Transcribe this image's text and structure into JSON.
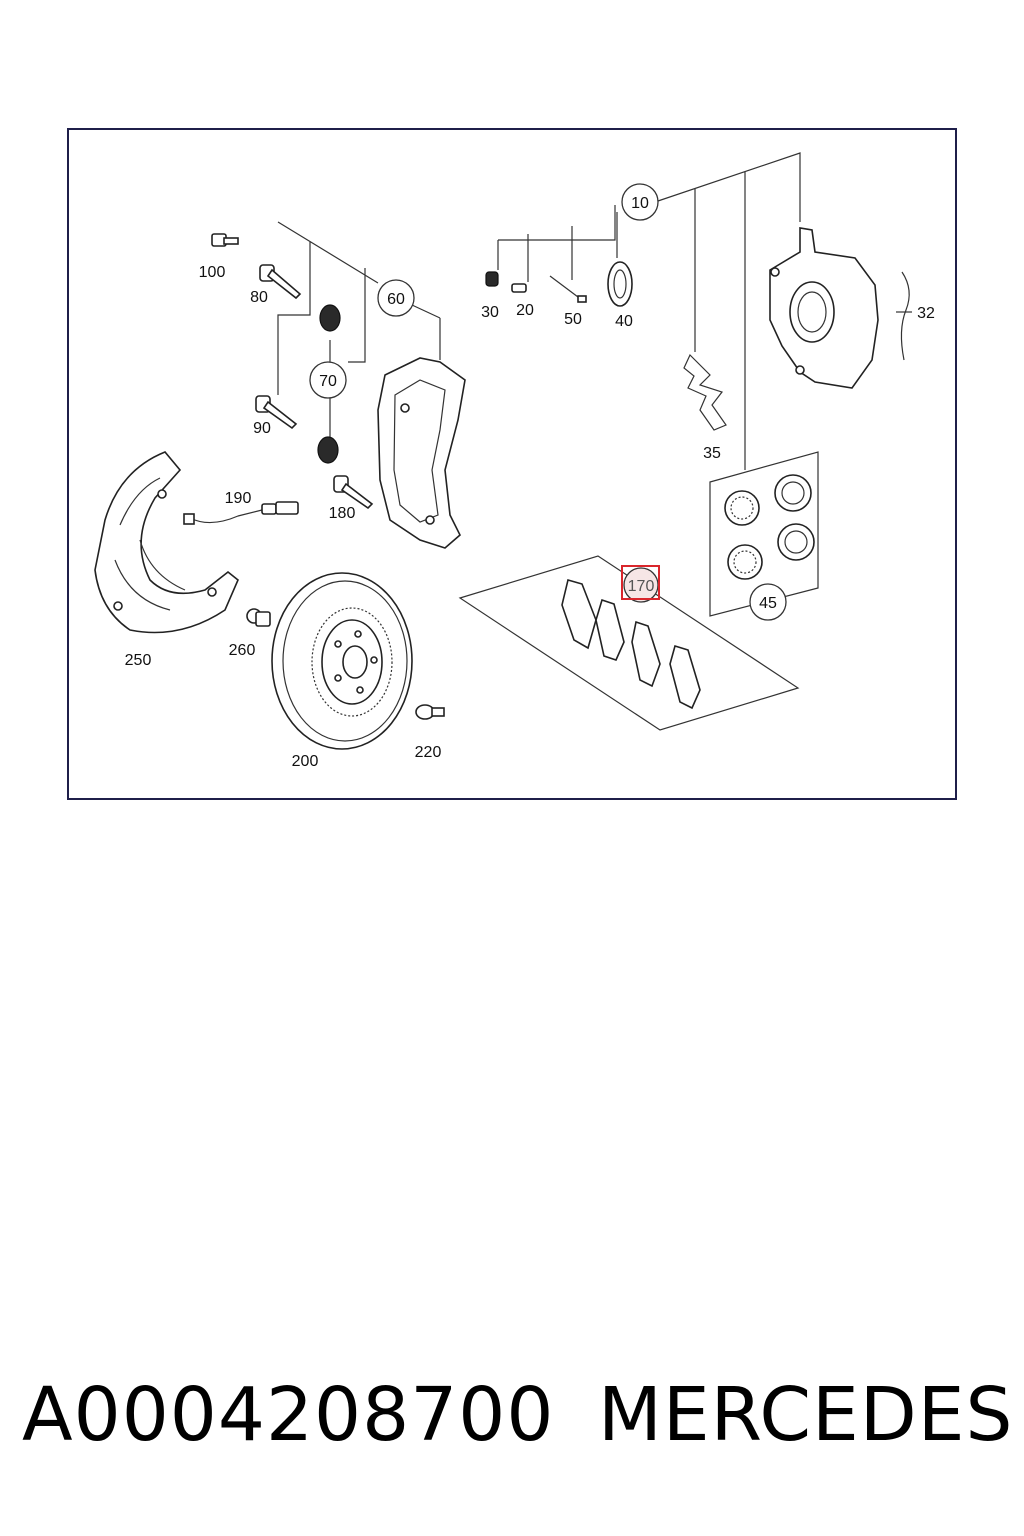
{
  "diagram": {
    "callouts": {
      "c10": "10",
      "c20": "20",
      "c30": "30",
      "c32": "32",
      "c35": "35",
      "c40": "40",
      "c45": "45",
      "c50": "50",
      "c60": "60",
      "c70": "70",
      "c80": "80",
      "c90": "90",
      "c100": "100",
      "c170": "170",
      "c180": "180",
      "c190": "190",
      "c200": "200",
      "c220": "220",
      "c250": "250",
      "c260": "260"
    },
    "highlight_color": "#d9262c"
  },
  "caption": {
    "part_number": "A0004208700",
    "brand": "MERCEDES"
  }
}
